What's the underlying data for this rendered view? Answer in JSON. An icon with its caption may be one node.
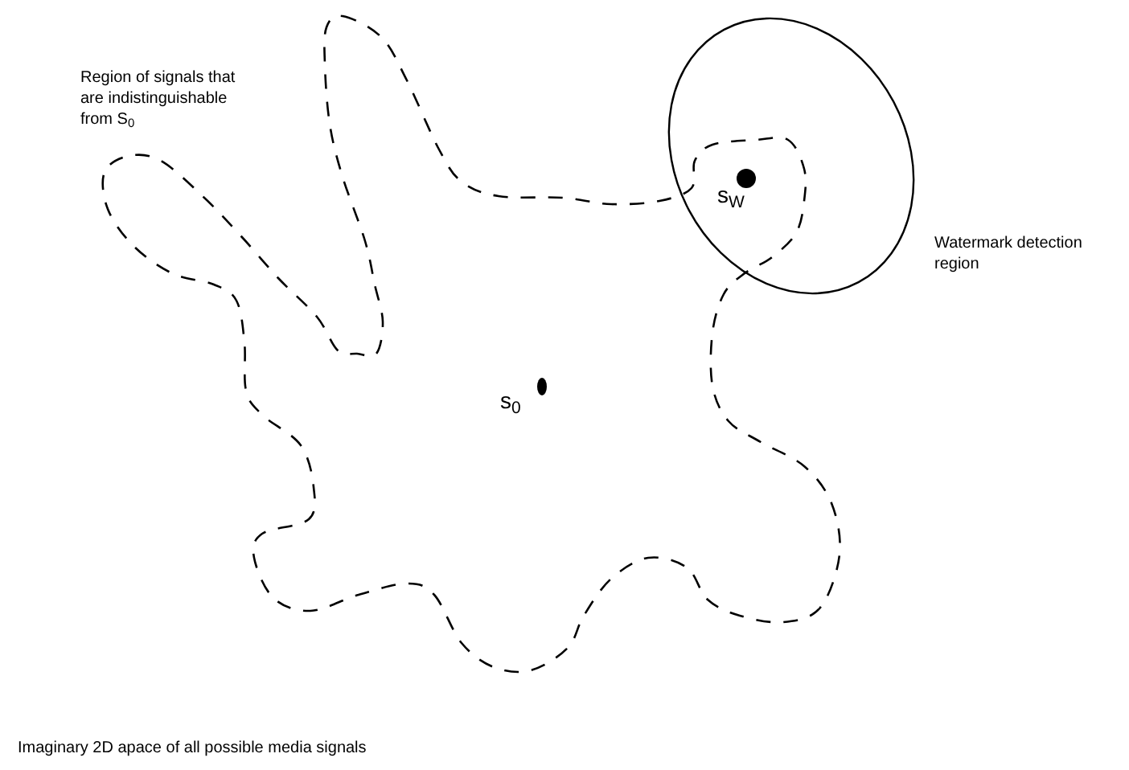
{
  "diagram": {
    "caption": "Imaginary 2D apace of all possible media signals",
    "nodes": [
      {
        "text": [],
        "shape": "blob",
        "beside": [
          "Region of signals that are indistinguishable from S$_{0}$"
        ]
      },
      {
        "text": [],
        "shape": "ellipse",
        "beside": [
          "Watermark detection region"
        ]
      },
      {
        "text": [],
        "shape": "circle",
        "beside": [
          "s$_{W}$"
        ]
      },
      {
        "text": [],
        "shape": "circle",
        "beside": [
          "s$_{0}$"
        ],
        "in": 0
      }
    ]
  }
}
